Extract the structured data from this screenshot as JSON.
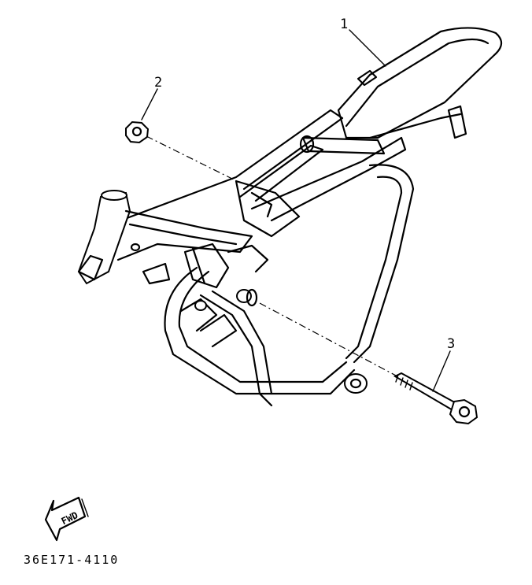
{
  "parts": [
    {
      "callout": "1",
      "part": "frame"
    },
    {
      "callout": "2",
      "part": "nut"
    },
    {
      "callout": "3",
      "part": "bolt"
    }
  ],
  "fwd_label": "FWD",
  "diagram_code": "36E171-4110"
}
